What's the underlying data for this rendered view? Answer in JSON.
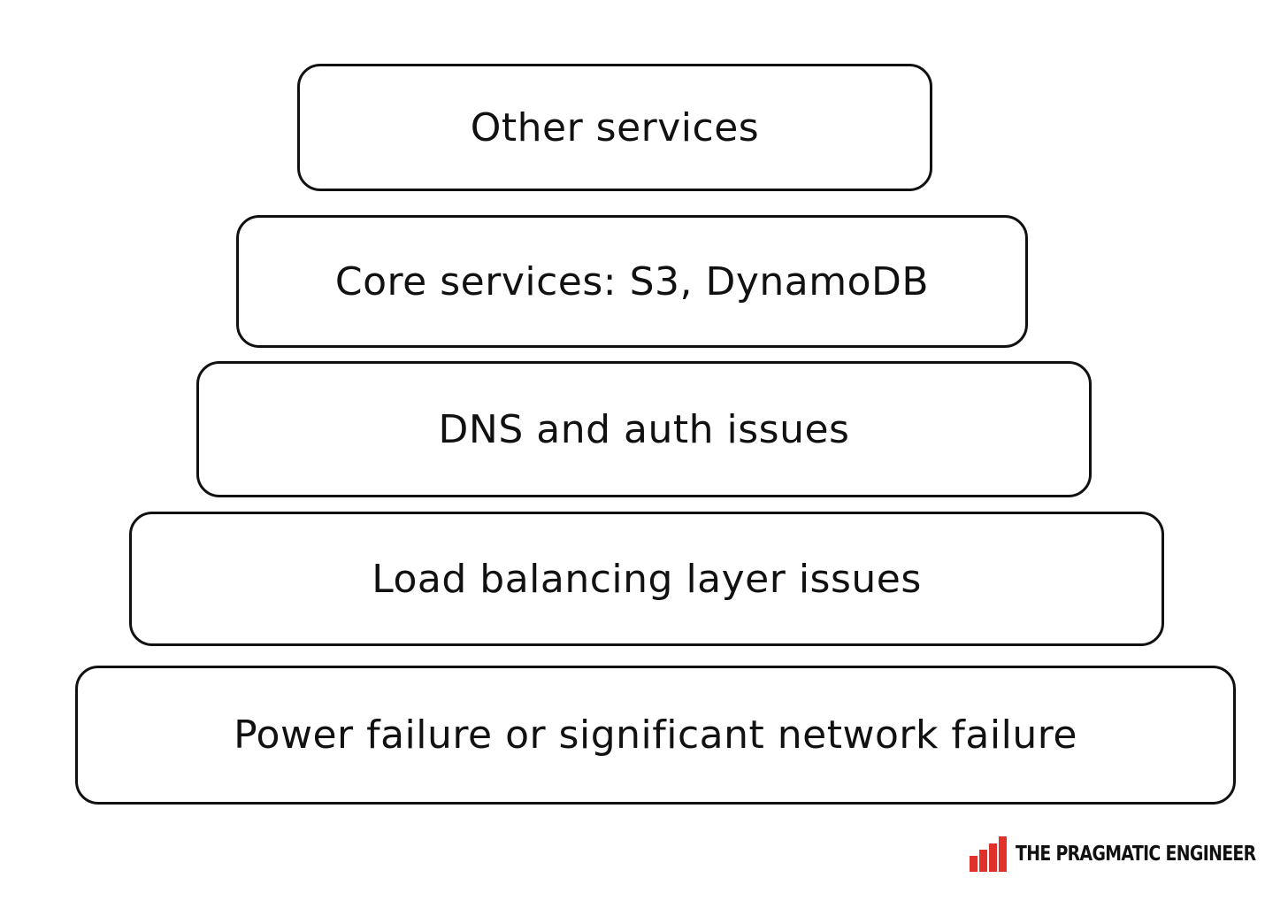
{
  "layers": [
    {
      "label": "Other services"
    },
    {
      "label": "Core services: S3, DynamoDB"
    },
    {
      "label": "DNS and auth issues"
    },
    {
      "label": "Load balancing layer issues"
    },
    {
      "label": "Power failure or significant network failure"
    }
  ],
  "brand": {
    "name": "THE PRAGMATIC ENGINEER",
    "accent_color": "#e0322b",
    "icon": "bar-chart-logo-icon"
  },
  "colors": {
    "stroke": "#111111",
    "background": "#ffffff"
  }
}
